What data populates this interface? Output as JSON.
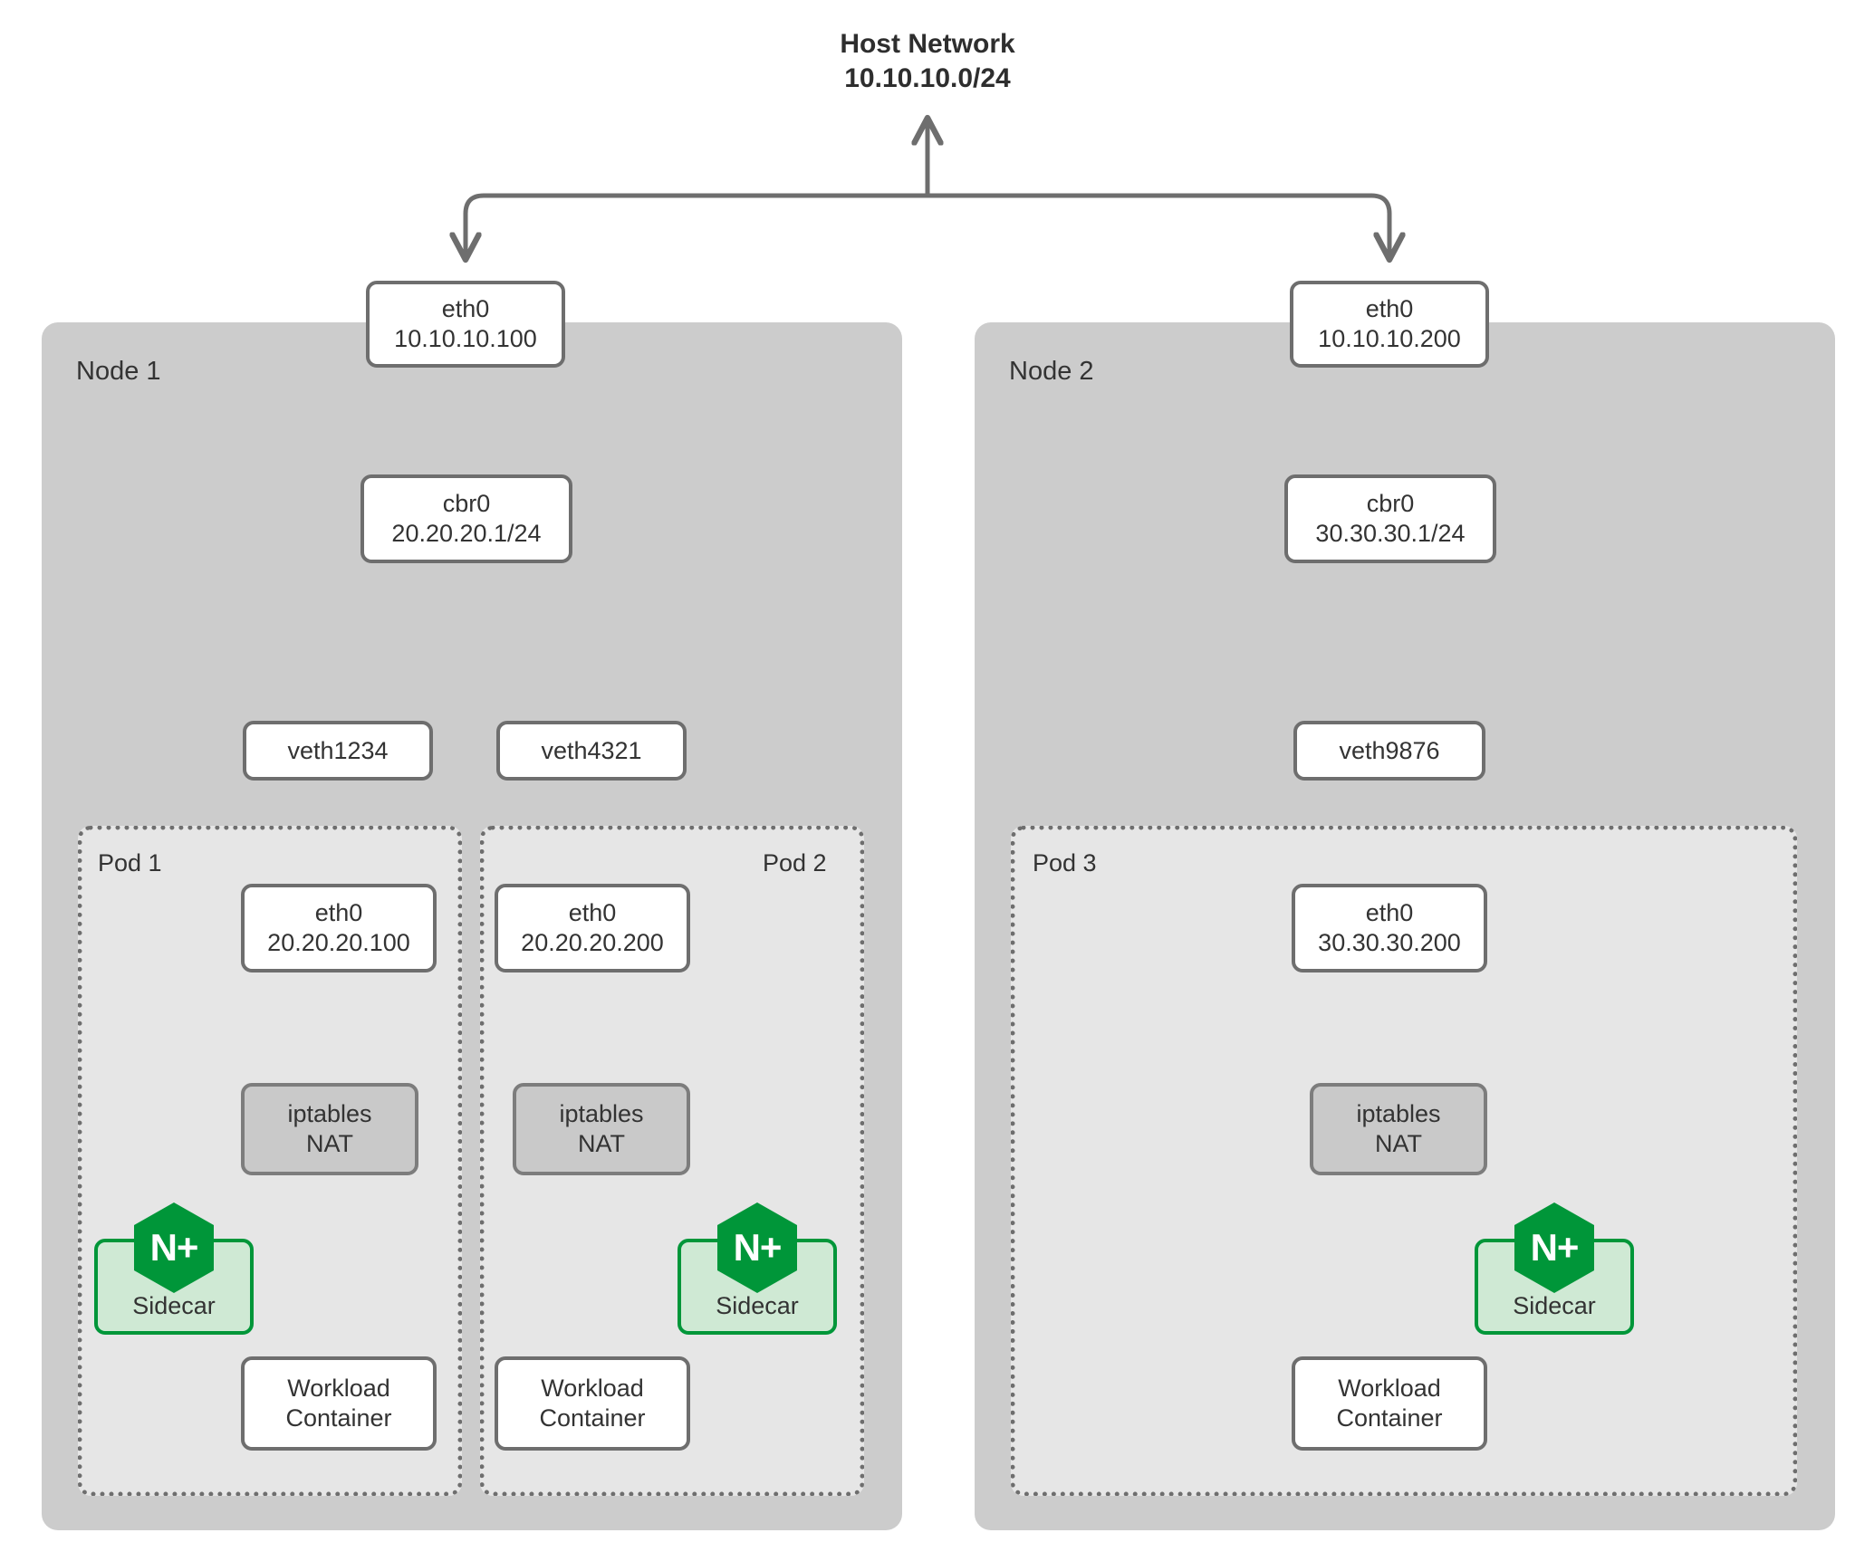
{
  "diagram": {
    "title": "Host Network",
    "subnet": "10.10.10.0/24",
    "colors": {
      "node_fill": "#cccccc",
      "pod_fill": "#e6e6e6",
      "box_stroke": "#6e6e6e",
      "nat_fill": "#c9c9c9",
      "nginx_green": "#009639",
      "sidecar_fill": "#cfe9d4",
      "text": "#333333",
      "edge": "#6e6e6e"
    }
  },
  "nodes": [
    {
      "label": "Node 1",
      "eth0": {
        "name": "eth0",
        "ip": "10.10.10.100"
      },
      "bridge": {
        "name": "cbr0",
        "ip": "20.20.20.1/24"
      },
      "veths": [
        "veth1234",
        "veth4321"
      ],
      "pods": [
        {
          "label": "Pod 1",
          "eth0": {
            "name": "eth0",
            "ip": "20.20.20.100"
          },
          "nat": {
            "line1": "iptables",
            "line2": "NAT"
          },
          "sidecar": {
            "label": "Sidecar",
            "badge": "N+"
          },
          "workload": {
            "line1": "Workload",
            "line2": "Container"
          }
        },
        {
          "label": "Pod 2",
          "eth0": {
            "name": "eth0",
            "ip": "20.20.20.200"
          },
          "nat": {
            "line1": "iptables",
            "line2": "NAT"
          },
          "sidecar": {
            "label": "Sidecar",
            "badge": "N+"
          },
          "workload": {
            "line1": "Workload",
            "line2": "Container"
          }
        }
      ]
    },
    {
      "label": "Node 2",
      "eth0": {
        "name": "eth0",
        "ip": "10.10.10.200"
      },
      "bridge": {
        "name": "cbr0",
        "ip": "30.30.30.1/24"
      },
      "veths": [
        "veth9876"
      ],
      "pods": [
        {
          "label": "Pod 3",
          "eth0": {
            "name": "eth0",
            "ip": "30.30.30.200"
          },
          "nat": {
            "line1": "iptables",
            "line2": "NAT"
          },
          "sidecar": {
            "label": "Sidecar",
            "badge": "N+"
          },
          "workload": {
            "line1": "Workload",
            "line2": "Container"
          }
        }
      ]
    }
  ]
}
